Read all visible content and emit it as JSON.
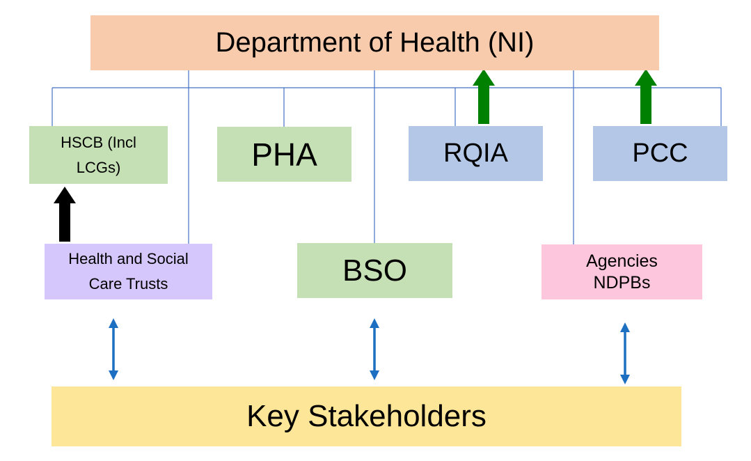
{
  "colors": {
    "top": "#f8cbad",
    "green": "#c5e0b4",
    "blue": "#b4c7e7",
    "purple": "#d5c6fb",
    "pink": "#fec6dc",
    "yellow": "#fee699",
    "connector": "#4472c4",
    "up_arrow_green": "#008000",
    "up_arrow_black": "#000000",
    "double_arrow": "#1c6fc1"
  },
  "nodes": {
    "department": {
      "label": "Department of Health (NI)"
    },
    "hscb": {
      "line1": "HSCB (Incl",
      "line2": "LCGs)"
    },
    "pha": {
      "label": "PHA"
    },
    "rqia": {
      "label": "RQIA"
    },
    "pcc": {
      "label": "PCC"
    },
    "trusts": {
      "line1": "Health and Social",
      "line2": "Care Trusts"
    },
    "bso": {
      "label": "BSO"
    },
    "agencies": {
      "line1": "Agencies",
      "line2": "NDPBs"
    },
    "stakeholders": {
      "label": "Key Stakeholders"
    }
  }
}
